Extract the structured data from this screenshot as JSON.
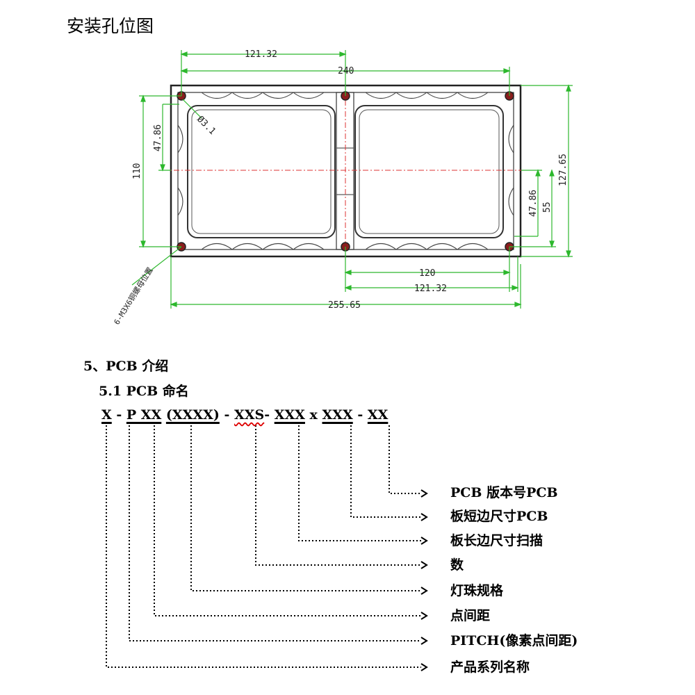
{
  "drawing": {
    "title": "安装孔位图",
    "dims": {
      "top_half_width": "121.32",
      "inner_width": "240",
      "left_height": "110",
      "left_half_height": "47.86",
      "hole_diameter": "Ø3.1",
      "right_height": "127.65",
      "right_half_height": "47.86",
      "right_short": "55",
      "bottom_inner": "120",
      "bottom_half_width": "121.32",
      "overall_width": "255.65"
    },
    "nut_note": "6-M3X6铜螺母位置"
  },
  "pcb": {
    "section_heading": "5、PCB 介绍",
    "subsection_heading": "5.1 PCB 命名",
    "code": {
      "p1": "X",
      "sep1": " - ",
      "p2": "P XX",
      "p3": "(XXXX)",
      "sep2": " - ",
      "p4": "XXS",
      "sep3": "- ",
      "p5": "XXX",
      "sep4": " x ",
      "p6": "XXX",
      "sep5": " - ",
      "p7": "XX"
    },
    "labels": [
      "PCB 版本号PCB",
      "板短边尺寸PCB",
      "板长边尺寸扫描",
      "数",
      "灯珠规格",
      "点间距",
      "PITCH(像素点间距)",
      "产品系列名称"
    ]
  }
}
